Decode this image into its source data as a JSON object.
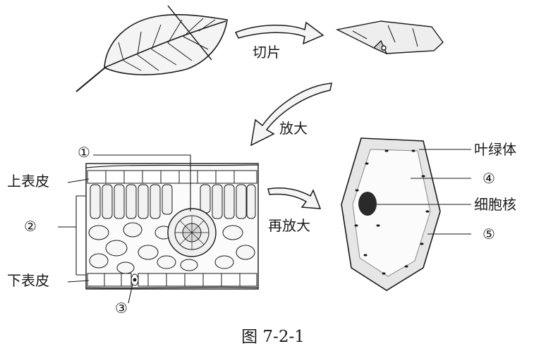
{
  "figure": {
    "caption": "图 7-2-1",
    "steps": {
      "slice": "切片",
      "zoom": "放大",
      "zoom_again": "再放大"
    },
    "leaf_section_labels": {
      "upper_epidermis": "上表皮",
      "lower_epidermis": "下表皮",
      "marker_1": "①",
      "marker_2": "②",
      "marker_3": "③"
    },
    "cell_labels": {
      "chloroplast": "叶绿体",
      "marker_4": "④",
      "nucleus": "细胞核",
      "marker_5": "⑤"
    }
  }
}
